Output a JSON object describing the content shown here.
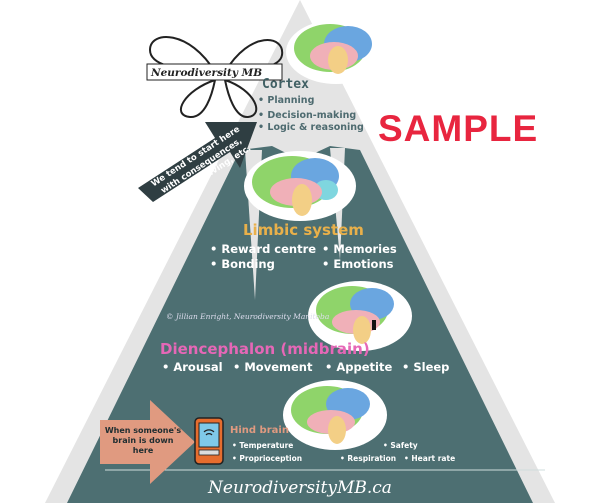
{
  "logo": {
    "text": "Neurodiversity MB"
  },
  "watermark": "SAMPLE",
  "arrow_note": "We tend to start here with consequences, problem solving, etc.",
  "cortex": {
    "title": "Cortex",
    "items": [
      "Planning",
      "Decision-making",
      "Logic & reasoning"
    ]
  },
  "limbic": {
    "title": "Limbic system",
    "items": [
      "Reward centre",
      "Memories",
      "Bonding",
      "Emotions"
    ]
  },
  "credit": "© Jillian Enright, Neurodiversity Manitoba",
  "diencephalon": {
    "title": "Diencephalon (midbrain)",
    "items": [
      "Arousal",
      "Movement",
      "Appetite",
      "Sleep"
    ]
  },
  "hind": {
    "title": "Hind brain",
    "items": [
      "Temperature",
      "Proprioception",
      "Safety",
      "Respiration",
      "Heart rate"
    ]
  },
  "when_note": "When someone's brain is down here",
  "site": "NeurodiversityMB.ca",
  "colors": {
    "teal": "#4d6f72",
    "grey": "#e4e4e4",
    "sample": "#e8253f",
    "limbic": "#e9b04a",
    "dien": "#e667b7",
    "hind": "#e09a80"
  }
}
